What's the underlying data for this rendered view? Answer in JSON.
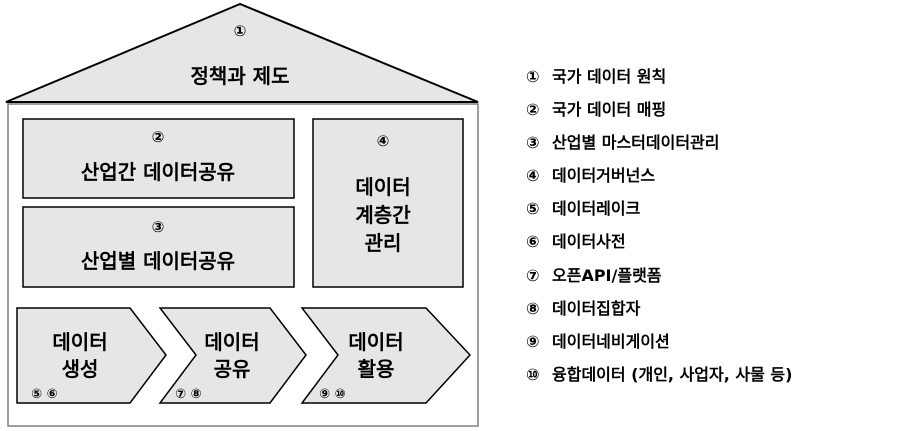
{
  "roof": {
    "number": "①",
    "label": "정책과 제도"
  },
  "boxes": {
    "industry_sharing": {
      "number": "②",
      "label": "산업간 데이터공유"
    },
    "sector_sharing": {
      "number": "③",
      "label": "산업별 데이터공유"
    },
    "layer_management": {
      "number": "④",
      "lines": [
        "데이터",
        "계층간",
        "관리"
      ]
    }
  },
  "arrows": [
    {
      "lines": [
        "데이터",
        "생성"
      ],
      "numbers": "⑤ ⑥"
    },
    {
      "lines": [
        "데이터",
        "공유"
      ],
      "numbers": "⑦ ⑧"
    },
    {
      "lines": [
        "데이터",
        "활용"
      ],
      "numbers": "⑨ ⑩"
    }
  ],
  "legend": [
    {
      "number": "①",
      "label": "국가 데이터 원칙"
    },
    {
      "number": "②",
      "label": "국가 데이터 매핑"
    },
    {
      "number": "③",
      "label": "산업별 마스터데이터관리"
    },
    {
      "number": "④",
      "label": "데이터거버넌스"
    },
    {
      "number": "⑤",
      "label": "데이터레이크"
    },
    {
      "number": "⑥",
      "label": "데이터사전"
    },
    {
      "number": "⑦",
      "label": "오픈API/플랫폼"
    },
    {
      "number": "⑧",
      "label": "데이터집합자"
    },
    {
      "number": "⑨",
      "label": "데이터네비게이션"
    },
    {
      "number": "⑩",
      "label": "융합데이터 (개인, 사업자, 사물 등)"
    }
  ],
  "colors": {
    "fill": "#e6e6e6",
    "stroke": "#000000",
    "house_stroke": "#7f7f7f"
  }
}
